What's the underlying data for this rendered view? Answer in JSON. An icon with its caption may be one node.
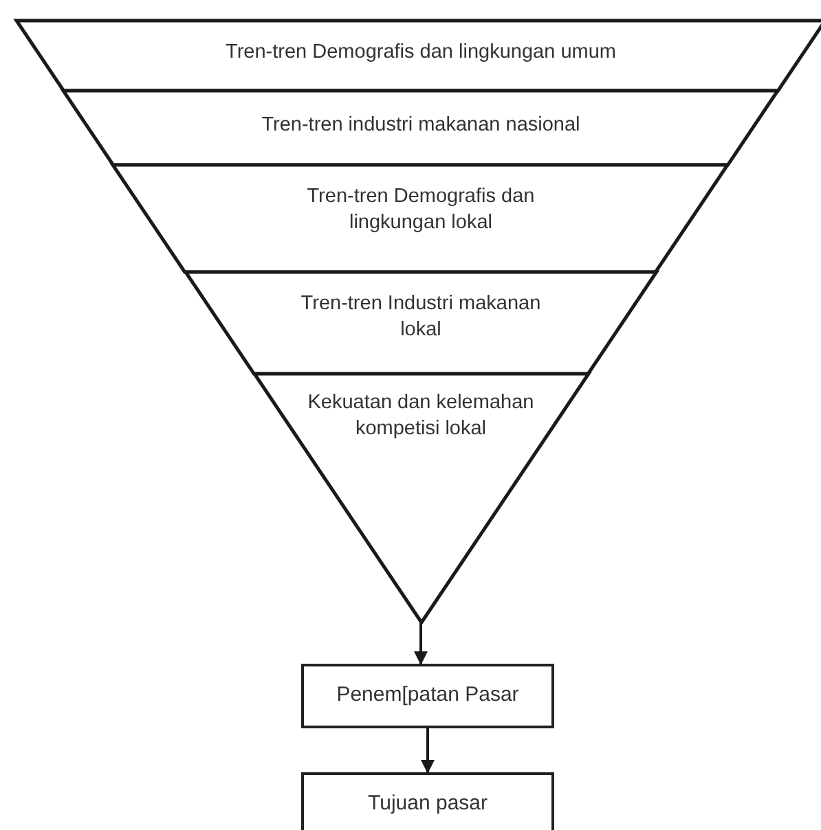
{
  "diagram": {
    "nodes": [
      {
        "text": [
          "Tren-tren Demografis dan lingkungan umum"
        ]
      },
      {
        "text": [
          "Tren-tren industri makanan nasional"
        ]
      },
      {
        "text": [
          "Tren-tren Demografis dan lingkungan lokal"
        ]
      },
      {
        "text": [
          "Tren-tren Industri makanan lokal"
        ]
      },
      {
        "text": [
          "Kekuatan dan kelemahan kompetisi lokal"
        ]
      },
      {
        "text": [
          "Penem[patan Pasar"
        ]
      },
      {
        "text": [
          "Tujuan pasar"
        ]
      }
    ],
    "edges": [
      {
        "from": 4,
        "to": 5,
        "arrow": "to"
      },
      {
        "from": 5,
        "to": 6,
        "arrow": "to"
      }
    ]
  }
}
